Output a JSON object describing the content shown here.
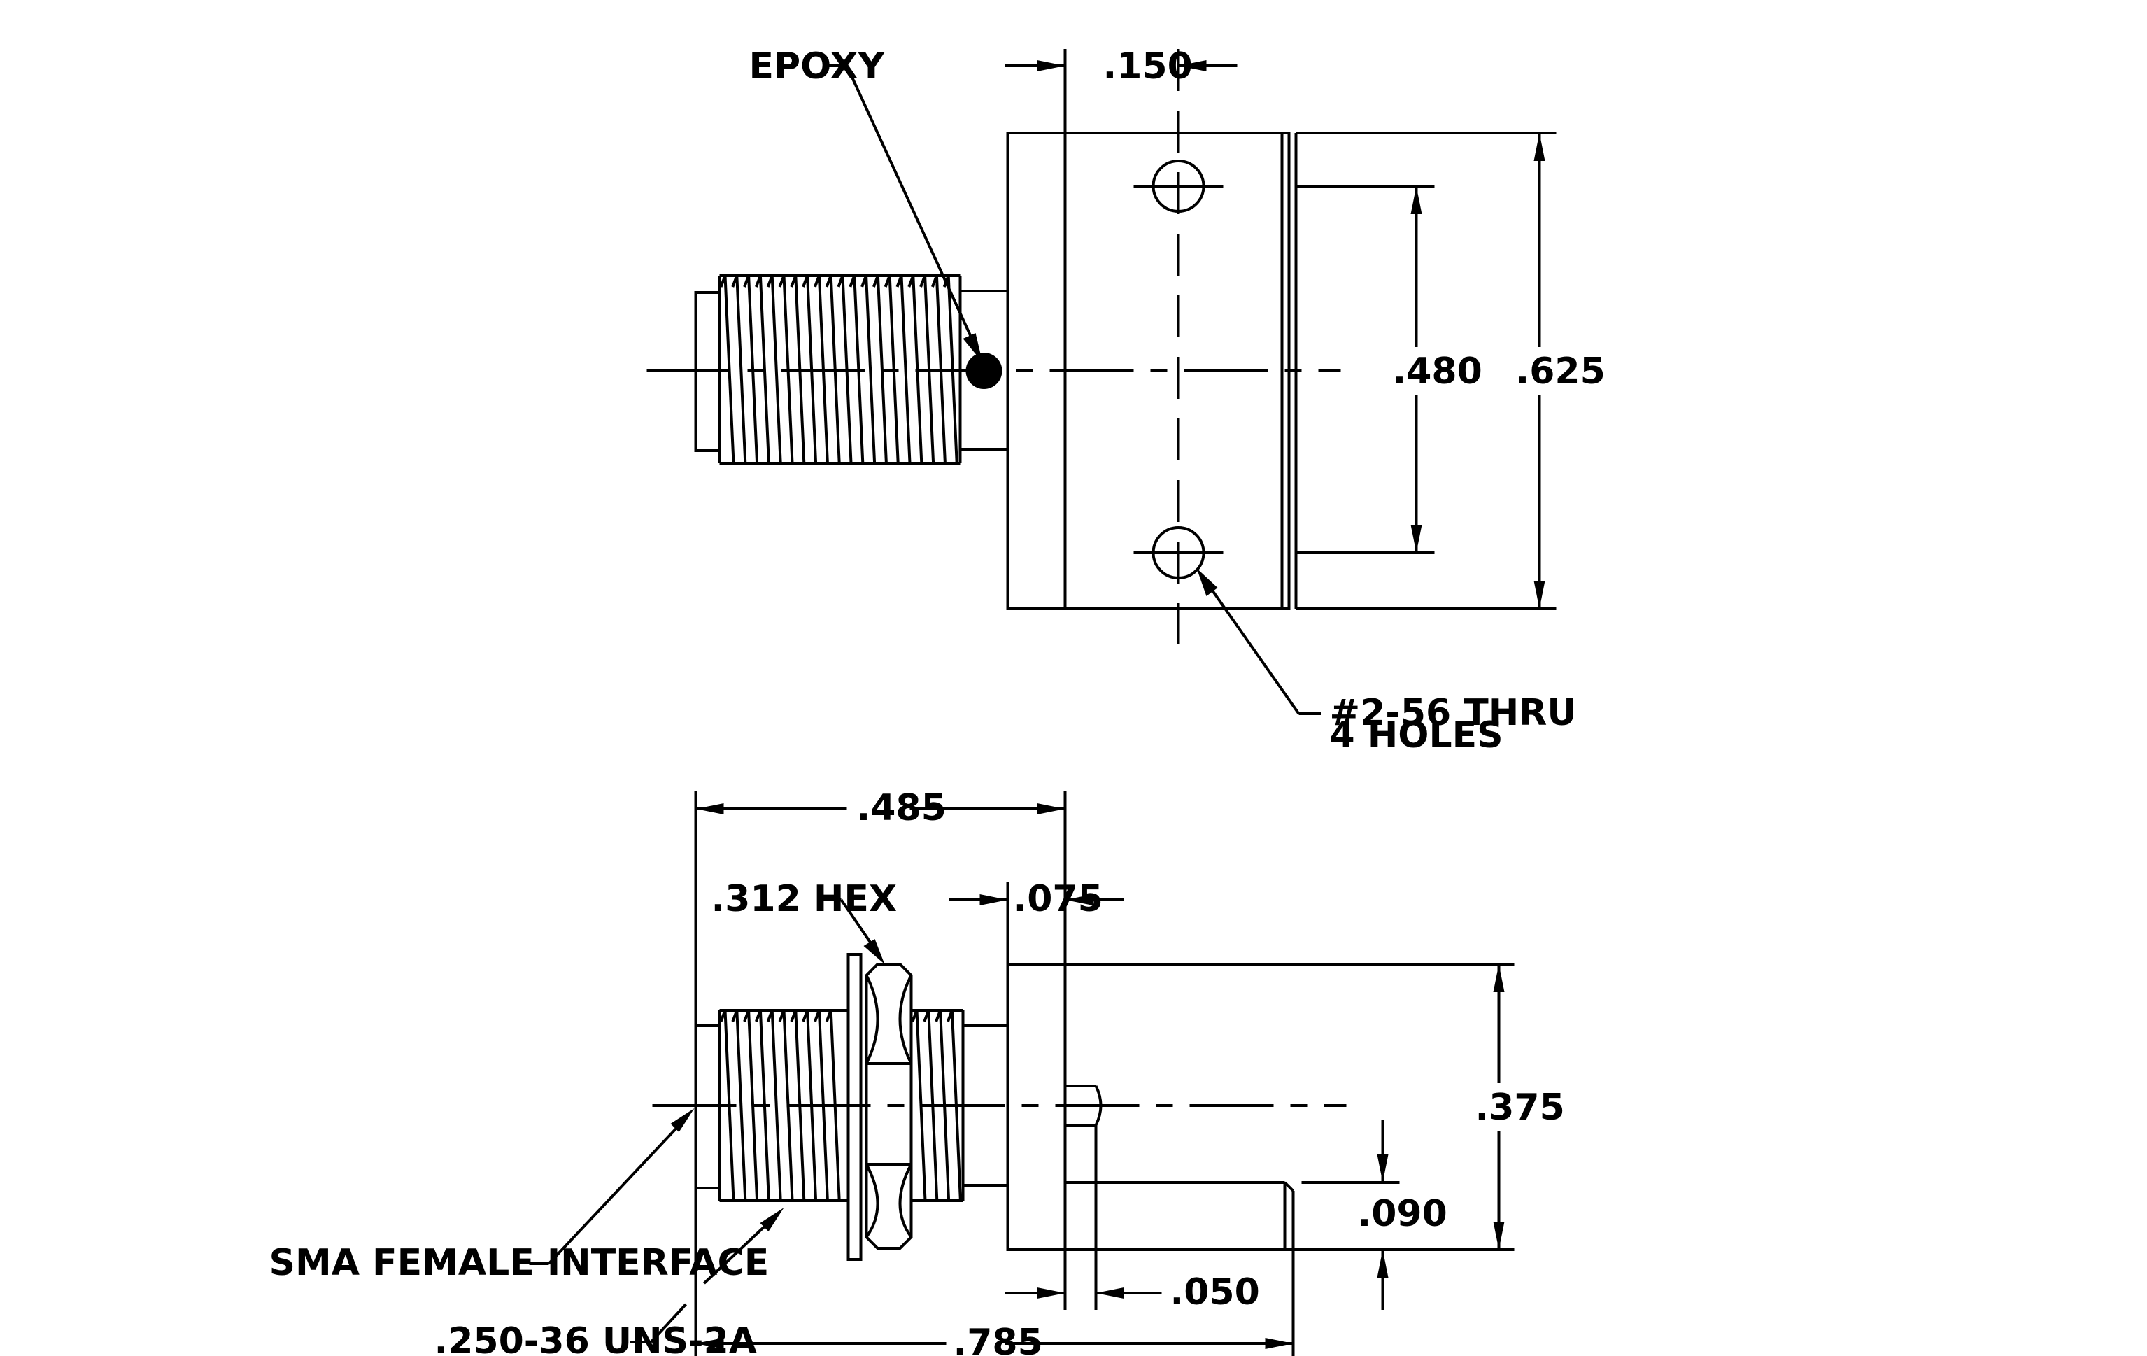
{
  "top_view": {
    "epoxy_label": "EPOXY",
    "dim_150": ".150",
    "dim_480": ".480",
    "dim_625": ".625",
    "holes_note_line1": "#2-56 THRU",
    "holes_note_line2": "4 HOLES"
  },
  "side_view": {
    "dim_485": ".485",
    "hex_label": ".312 HEX",
    "dim_075": ".075",
    "dim_375": ".375",
    "dim_090": ".090",
    "dim_050": ".050",
    "dim_785": ".785",
    "sma_label": "SMA FEMALE INTERFACE",
    "thread_label": ".250-36 UNS-2A"
  }
}
